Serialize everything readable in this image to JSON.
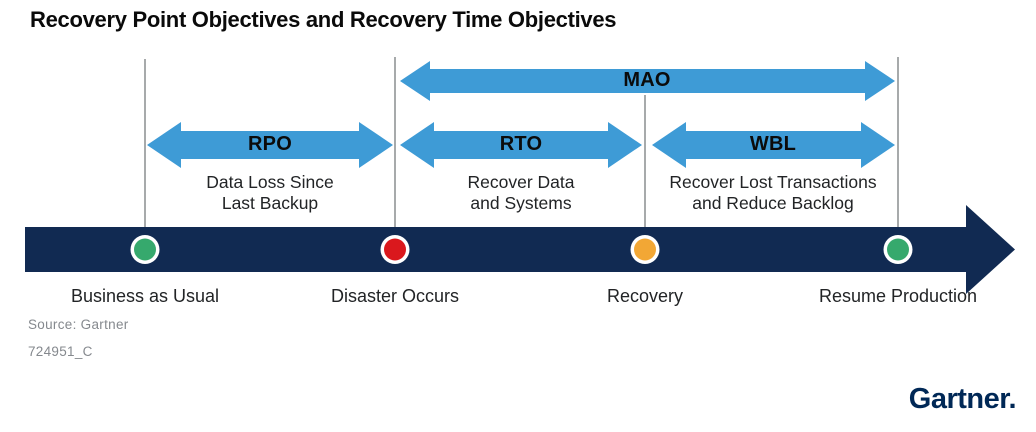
{
  "title": "Recovery Point Objectives and Recovery Time Objectives",
  "colors": {
    "arrow_blue": "#3e9bd6",
    "timeline_navy": "#112a52",
    "connector_gray": "#8a8d8f",
    "dot_green": "#36a96d",
    "dot_red": "#da181d",
    "dot_orange": "#f2a735",
    "dot_ring_white": "#ffffff",
    "text_dark": "#222426",
    "muted_gray": "#85898e",
    "brand_navy": "#002856"
  },
  "spans": {
    "mao": {
      "label": "MAO"
    },
    "rpo": {
      "label": "RPO",
      "description": "Data Loss Since\nLast Backup"
    },
    "rto": {
      "label": "RTO",
      "description": "Recover Data\nand Systems"
    },
    "wbl": {
      "label": "WBL",
      "description": "Recover Lost Transactions\nand Reduce Backlog"
    }
  },
  "milestones": [
    {
      "label": "Business as Usual",
      "dot_color": "#36a96d"
    },
    {
      "label": "Disaster Occurs",
      "dot_color": "#da181d"
    },
    {
      "label": "Recovery",
      "dot_color": "#f2a735"
    },
    {
      "label": "Resume Production",
      "dot_color": "#36a96d"
    }
  ],
  "footer": {
    "source": "Source: Gartner",
    "doc_id": "724951_C"
  },
  "brand": {
    "wordmark": "Gartner."
  }
}
